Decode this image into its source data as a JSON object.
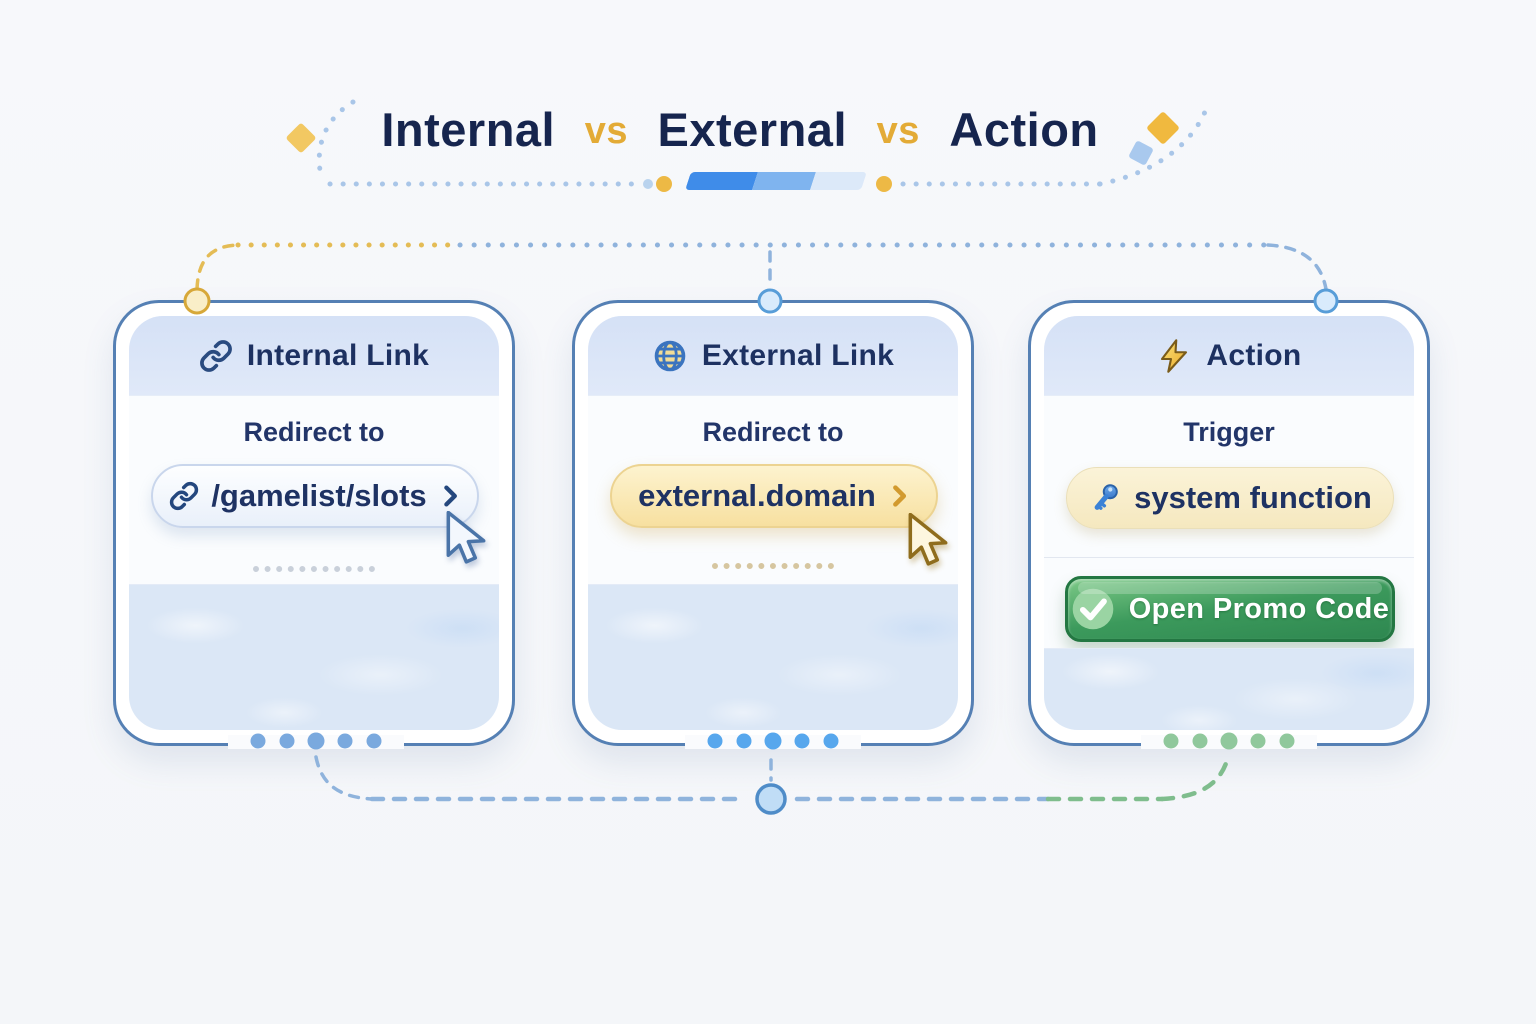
{
  "title": {
    "part1": "Internal",
    "vs1": "vs",
    "part2": "External",
    "vs2": "vs",
    "part3": "Action"
  },
  "cards": [
    {
      "id": "internal-link",
      "header_icon": "link-icon",
      "title": "Internal Link",
      "subtitle": "Redirect to",
      "pill_icon": "link-icon",
      "pill_text": "/gamelist/slots",
      "pill_chevron_icon": "chevron-right-icon",
      "cursor_icon": "pointer-cursor-icon",
      "dots_color": "#7aa9de"
    },
    {
      "id": "external-link",
      "header_icon": "globe-icon",
      "title": "External Link",
      "subtitle": "Redirect to",
      "pill_text": "external.domain",
      "pill_chevron_icon": "chevron-right-icon",
      "cursor_icon": "pointer-cursor-icon",
      "dots_color": "#57a7ed"
    },
    {
      "id": "action",
      "header_icon": "lightning-icon",
      "title": "Action",
      "subtitle": "Trigger",
      "pill_icon": "key-icon",
      "pill_text": "system function",
      "button_icon": "check-icon",
      "button_label": "Open Promo Code",
      "dots_color": "#90c89c"
    }
  ],
  "colors": {
    "title_text": "#16254e",
    "title_accent": "#e3ab36",
    "card_border": "#5580b4",
    "header_band": "#d8e3f7",
    "footer_band": "#dbe7f6",
    "pill_internal_bg": "#eef3fb",
    "pill_external_bg": "#fae9b4",
    "pill_action_bg": "#faf0d3",
    "button_green": "#2f8f52",
    "connector_blue": "#8fb3dc",
    "connector_yellow": "#e4bc55",
    "connector_green": "#7fbd8d"
  }
}
